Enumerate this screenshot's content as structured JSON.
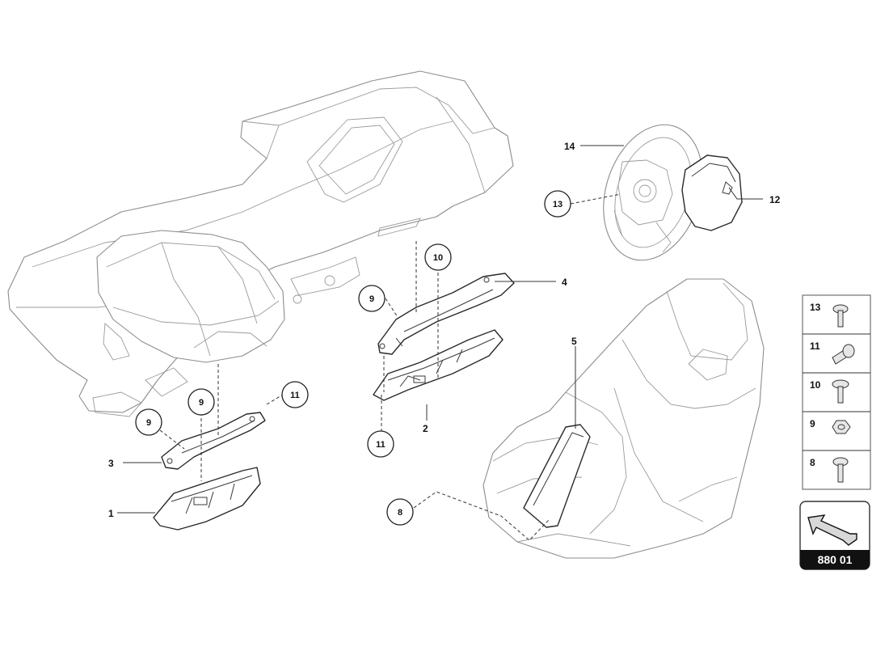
{
  "diagram": {
    "callouts_circled": [
      {
        "id": "c13-wheel",
        "label": "13"
      },
      {
        "id": "c10",
        "label": "10"
      },
      {
        "id": "c9-top",
        "label": "9"
      },
      {
        "id": "c9-mid",
        "label": "9"
      },
      {
        "id": "c11-mid",
        "label": "11"
      },
      {
        "id": "c9-left",
        "label": "9"
      },
      {
        "id": "c11-low",
        "label": "11"
      },
      {
        "id": "c8",
        "label": "8"
      }
    ],
    "callouts_plain": [
      {
        "id": "l14",
        "label": "14"
      },
      {
        "id": "l12",
        "label": "12"
      },
      {
        "id": "l4",
        "label": "4"
      },
      {
        "id": "l5",
        "label": "5"
      },
      {
        "id": "l2",
        "label": "2"
      },
      {
        "id": "l3",
        "label": "3"
      },
      {
        "id": "l1",
        "label": "1"
      }
    ],
    "legend": [
      "13",
      "11",
      "10",
      "9",
      "8"
    ],
    "reference_code": "880 01"
  }
}
